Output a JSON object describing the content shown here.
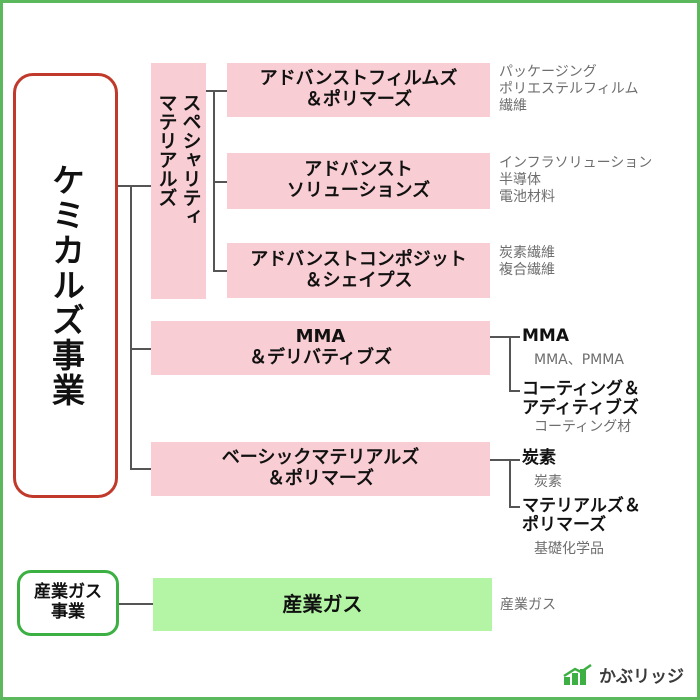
{
  "chemicals": {
    "title": "ケミカルズ事業",
    "border_color": "#c0392b",
    "specialty": {
      "title_col1": "スペシャリティ",
      "title_col2": "マテリアルズ",
      "units": [
        {
          "label": "アドバンストフィルムズ\n＆ポリマーズ",
          "products": "パッケージング\nポリエステルフィルム\n繊維"
        },
        {
          "label": "アドバンスト\nソリューションズ",
          "products": "インフラソリューション\n半導体\n電池材料"
        },
        {
          "label": "アドバンストコンポジット\n＆シェイプス",
          "products": "炭素繊維\n複合繊維"
        }
      ]
    },
    "mma": {
      "label": "MMA\n＆デリバティブズ",
      "subs": [
        {
          "name": "MMA",
          "products": "MMA、PMMA"
        },
        {
          "name": "コーティング＆\nアディティブズ",
          "products": "コーティング材"
        }
      ]
    },
    "basic": {
      "label": "ベーシックマテリアルズ\n＆ポリマーズ",
      "subs": [
        {
          "name": "炭素",
          "products": "炭素"
        },
        {
          "name": "マテリアルズ＆\nポリマーズ",
          "products": "基礎化学品"
        }
      ]
    }
  },
  "gas": {
    "title": "産業ガス\n事業",
    "border_color": "#3cb043",
    "unit_label": "産業ガス",
    "products": "産業ガス"
  },
  "logo": {
    "text": "かぶリッジ",
    "color": "#3cb043"
  },
  "colors": {
    "pink": "#f8cdd3",
    "green": "#b4f5a5",
    "frame": "#5cb85c"
  }
}
